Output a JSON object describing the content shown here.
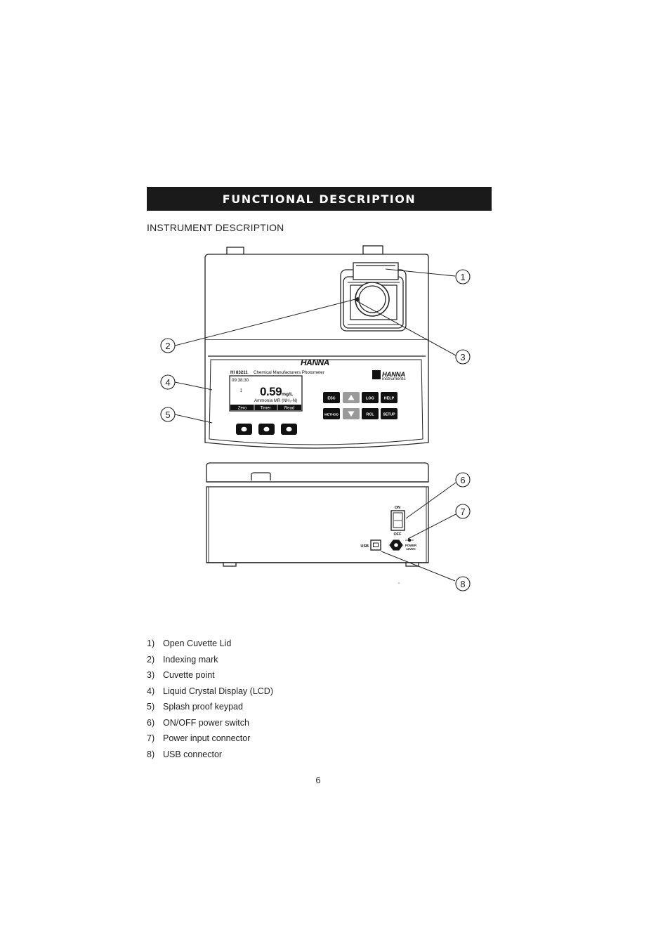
{
  "header": {
    "title": "FUNCTIONAL DESCRIPTION"
  },
  "section": {
    "subtitle": "INSTRUMENT DESCRIPTION"
  },
  "instrument": {
    "brand": "HANNA",
    "brand_sub": "instruments",
    "model": "HI 83211",
    "model_desc": "Chemical Manufacturers Photometer",
    "lcd": {
      "time": "09:38:30",
      "reading": "0.59",
      "unit": "mg/L",
      "method": "Ammonia MR (NH₃-N)",
      "softkeys": [
        "Zero",
        "Timer",
        "Read"
      ]
    },
    "keys": {
      "esc": "ESC",
      "log": "LOG",
      "help": "HELP",
      "method": "METHOD",
      "rcl": "RCL",
      "setup": "SETUP"
    },
    "rear": {
      "on": "ON",
      "off": "OFF",
      "usb": "USB",
      "power": "POWER",
      "power_volt": "12VDC"
    }
  },
  "callouts": [
    "1",
    "2",
    "3",
    "4",
    "5",
    "6",
    "7",
    "8"
  ],
  "legend": [
    {
      "num": "1)",
      "label": "Open Cuvette Lid"
    },
    {
      "num": "2)",
      "label": "Indexing mark"
    },
    {
      "num": "3)",
      "label": "Cuvette point"
    },
    {
      "num": "4)",
      "label": "Liquid Crystal Display (LCD)"
    },
    {
      "num": "5)",
      "label": "Splash proof keypad"
    },
    {
      "num": "6)",
      "label": "ON/OFF power switch"
    },
    {
      "num": "7)",
      "label": "Power input connector"
    },
    {
      "num": "8)",
      "label": "USB connector"
    }
  ],
  "page_number": "6"
}
